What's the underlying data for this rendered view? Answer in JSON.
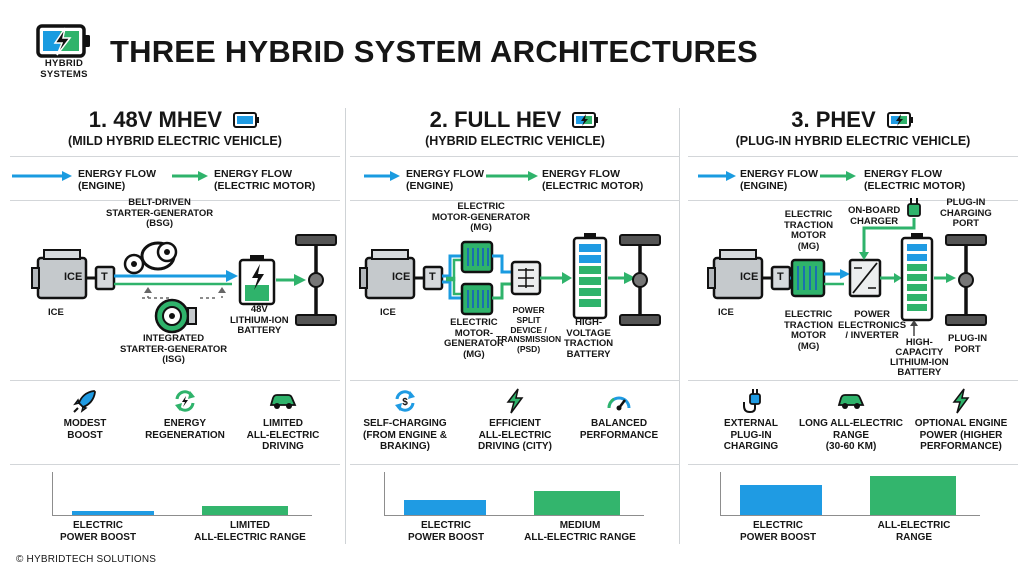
{
  "header": {
    "logo_line1": "HYBRID",
    "logo_line2": "SYSTEMS",
    "title": "THREE HYBRID SYSTEM ARCHITECTURES"
  },
  "colors": {
    "engine_flow": "#1a9be0",
    "motor_flow": "#2fb36b",
    "bar_blue": "#1f9be3",
    "bar_green": "#33b56d",
    "text": "#161616"
  },
  "columns": [
    {
      "title": "1. 48V MHEV",
      "subtitle": "(MILD HYBRID ELECTRIC VEHICLE)",
      "legend": {
        "engine": [
          "ENERGY FLOW",
          "(ENGINE)"
        ],
        "motor": [
          "ENERGY FLOW",
          "(ELECTRIC MOTOR)"
        ]
      },
      "labels": {
        "ice": "ICE",
        "trans": "T",
        "ice_caption": "ICE",
        "bsg": [
          "BELT-DRIVEN",
          "STARTER-GENERATOR",
          "(BSG)"
        ],
        "battery": [
          "48V",
          "LITHIUM-ION",
          "BATTERY"
        ],
        "isg": [
          "INTEGRATED",
          "STARTER-GENERATOR",
          "(ISG)"
        ]
      },
      "features": [
        {
          "icon": "rocket-icon",
          "label": [
            "MODEST",
            "BOOST"
          ]
        },
        {
          "icon": "recycle-icon",
          "label": [
            "ENERGY",
            "REGENERATION"
          ]
        },
        {
          "icon": "car-icon",
          "label": [
            "LIMITED",
            "ALL-ELECTRIC",
            "DRIVING"
          ]
        }
      ],
      "chart_labels": [
        [
          "ELECTRIC",
          "POWER BOOST"
        ],
        [
          "LIMITED",
          "ALL-ELECTRIC RANGE"
        ]
      ]
    },
    {
      "title": "2. FULL HEV",
      "subtitle": "(HYBRID ELECTRIC VEHICLE)",
      "legend": {
        "engine": [
          "ENERGY FLOW",
          "(ENGINE)"
        ],
        "motor": [
          "ENERGY FLOW",
          "(ELECTRIC MOTOR)"
        ]
      },
      "labels": {
        "ice": "ICE",
        "trans": "T",
        "ice_caption": "ICE",
        "mg_top": [
          "ELECTRIC",
          "MOTOR-GENERATOR",
          "(MG)"
        ],
        "mg_bottom": [
          "ELECTRIC",
          "MOTOR-",
          "GENERATOR",
          "(MG)"
        ],
        "psd": [
          "POWER",
          "SPLIT",
          "DEVICE /",
          "TRANSMISSION",
          "(PSD)"
        ],
        "battery": [
          "HIGH-",
          "VOLTAGE",
          "TRACTION",
          "BATTERY"
        ]
      },
      "features": [
        {
          "icon": "self-charging-icon",
          "label": [
            "SELF-CHARGING",
            "(FROM ENGINE &",
            "BRAKING)"
          ]
        },
        {
          "icon": "lightning-icon",
          "label": [
            "EFFICIENT",
            "ALL-ELECTRIC",
            "DRIVING (CITY)"
          ]
        },
        {
          "icon": "gauge-icon",
          "label": [
            "BALANCED",
            "PERFORMANCE"
          ]
        }
      ],
      "chart_labels": [
        [
          "ELECTRIC",
          "POWER BOOST"
        ],
        [
          "MEDIUM",
          "ALL-ELECTRIC RANGE"
        ]
      ]
    },
    {
      "title": "3. PHEV",
      "subtitle": "(PLUG-IN HYBRID ELECTRIC VEHICLE)",
      "legend": {
        "engine": [
          "ENERGY FLOW",
          "(ENGINE)"
        ],
        "motor": [
          "ENERGY FLOW",
          "(ELECTRIC MOTOR)"
        ]
      },
      "labels": {
        "ice": "ICE",
        "trans": "T",
        "ice_caption": "ICE",
        "motor_top": [
          "ELECTRIC",
          "TRACTION",
          "MOTOR",
          "(MG)"
        ],
        "motor_bottom": [
          "ELECTRIC",
          "TRACTION",
          "MOTOR",
          "(MG)"
        ],
        "charger": [
          "ON-BOARD",
          "CHARGER"
        ],
        "charging_port": [
          "PLUG-IN",
          "CHARGING",
          "PORT"
        ],
        "power_electronics": [
          "POWER",
          "ELECTRONICS",
          "/ INVERTER"
        ],
        "battery": [
          "HIGH-",
          "CAPACITY",
          "LITHIUM-ION",
          "BATTERY"
        ],
        "plug_port": [
          "PLUG-IN",
          "PORT"
        ]
      },
      "features": [
        {
          "icon": "plug-icon",
          "label": [
            "EXTERNAL",
            "PLUG-IN",
            "CHARGING"
          ]
        },
        {
          "icon": "car-icon",
          "label": [
            "LONG ALL-ELECTRIC",
            "RANGE",
            "(30-60 KM)"
          ]
        },
        {
          "icon": "lightning-icon",
          "label": [
            "OPTIONAL ENGINE",
            "POWER (HIGHER",
            "PERFORMANCE)"
          ]
        }
      ],
      "chart_labels": [
        [
          "ELECTRIC",
          "POWER BOOST"
        ],
        [
          "ALL-ELECTRIC",
          "RANGE"
        ]
      ]
    }
  ],
  "chart_data": [
    {
      "type": "bar",
      "categories": [
        "ELECTRIC POWER BOOST",
        "LIMITED ALL-ELECTRIC RANGE"
      ],
      "values": [
        0.1,
        0.2
      ],
      "ylim": [
        0,
        1
      ]
    },
    {
      "type": "bar",
      "categories": [
        "ELECTRIC POWER BOOST",
        "MEDIUM ALL-ELECTRIC RANGE"
      ],
      "values": [
        0.36,
        0.56
      ],
      "ylim": [
        0,
        1
      ]
    },
    {
      "type": "bar",
      "categories": [
        "ELECTRIC POWER BOOST",
        "ALL-ELECTRIC RANGE"
      ],
      "values": [
        0.7,
        0.9
      ],
      "ylim": [
        0,
        1
      ]
    }
  ],
  "footer": "© HYBRIDTECH SOLUTIONS"
}
